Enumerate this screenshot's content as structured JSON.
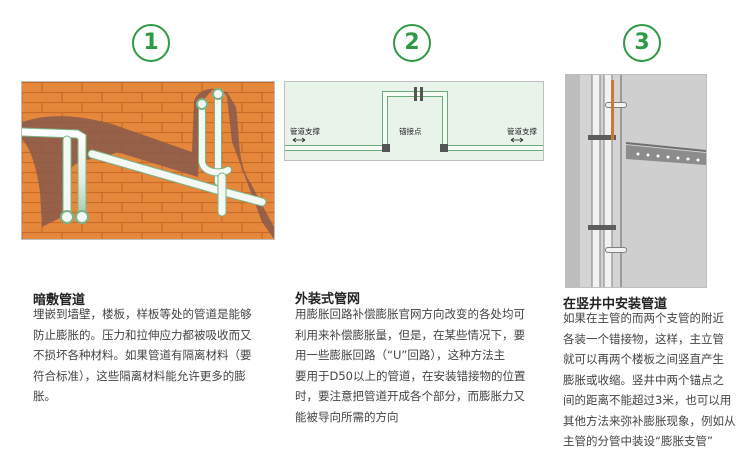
{
  "steps": [
    {
      "number": "1",
      "title": "暗敷管道",
      "lines": [
        "埋嵌到墙壁，楼板，样板等处的管道是能够",
        "防止膨胀的。压力和拉伸应力都被吸收而又",
        "不损坏各种材料。如果管道有隔离材料（要",
        "符合标准），这些隔离材料能允许更多的膨",
        "胀。"
      ]
    },
    {
      "number": "2",
      "title": "外装式管网",
      "diagram_labels": {
        "support_left": "管道支撑",
        "anchor": "锚接点",
        "support_right": "管道支撑"
      },
      "lines": [
        "用膨胀回路补偿膨胀官网方向改变的各处均可",
        "利用来补偿膨胀量，但是，在某些情况下，要",
        "用一些膨胀回路（“U”回路），这种方法主",
        "要用于D50以上的管道，在安装错接物的位置",
        "时，要注意把管道开成各个部分，而膨胀力又",
        "能被导向所需的方向"
      ]
    },
    {
      "number": "3",
      "title": "在竖井中安装管道",
      "lines": [
        "如果在主管的而两个支管的附近",
        "各装一个错接物，这样，主立管",
        "就可以再两个楼板之间竖直产生",
        "膨胀或收缩。竖井中两个锚点之",
        "间的距离不能超过3米，也可以用",
        "其他方法来弥补膨胀现象，例如从",
        "主管的分管中装设“膨胀支管”"
      ]
    }
  ],
  "colors": {
    "accent": "#2e9a45",
    "brick": "#e3863a",
    "pipe": "#e9f3ea",
    "diagram_bg": "#e8f3ea"
  }
}
